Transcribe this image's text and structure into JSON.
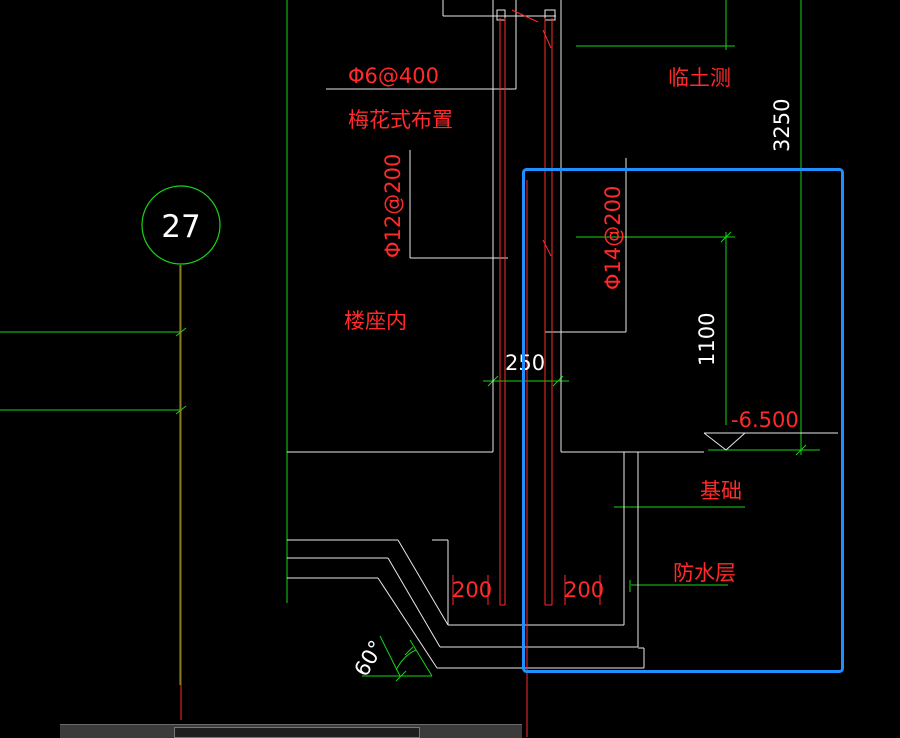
{
  "drawing": {
    "axis_label": "27",
    "annotations": {
      "rebar_phi6": "Φ6@400",
      "plum_layout": "梅花式布置",
      "temp_soil_side": "临土测",
      "rebar_phi12": "Φ12@200",
      "rebar_phi14": "Φ14@200",
      "inside_building": "楼座内",
      "foundation": "基础",
      "waterproof": "防水层"
    },
    "dimensions": {
      "dim_3250": "3250",
      "dim_250": "250",
      "dim_1100": "1100",
      "elevation": "-6.500",
      "dim_200_left": "200",
      "dim_200_right": "200",
      "angle": "60°"
    },
    "colors": {
      "background": "#000000",
      "green": "#19d219",
      "white": "#ffffff",
      "red": "#ff2a2a",
      "selection": "#1e90ff"
    }
  }
}
